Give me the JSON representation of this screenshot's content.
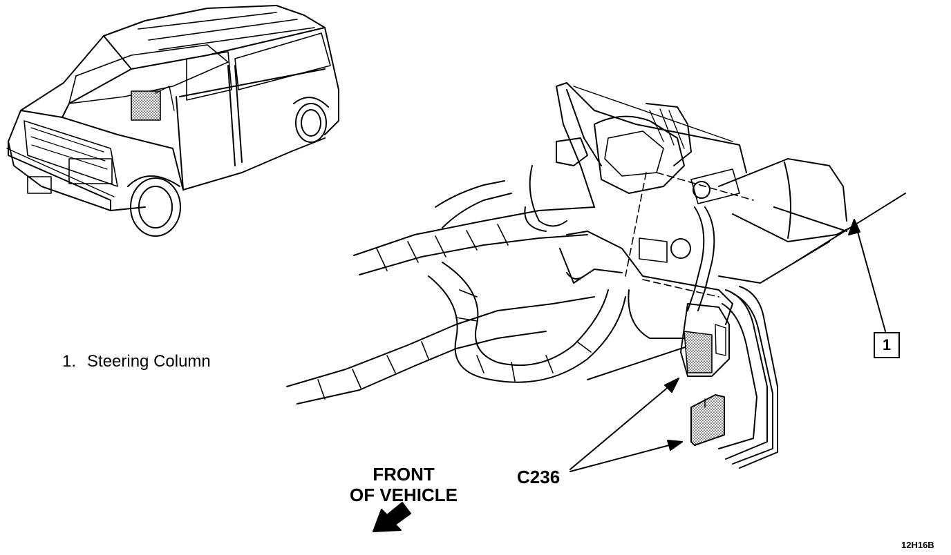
{
  "legend": {
    "items": [
      {
        "number": "1.",
        "label": "Steering Column"
      }
    ]
  },
  "callouts": {
    "item_box": "1",
    "connector": "C236",
    "front_line1": "FRONT",
    "front_line2": "OF VEHICLE"
  },
  "figure_code": "12H16B",
  "icons": {
    "front_arrow": "arrow-down-left-icon",
    "van": "van-illustration"
  }
}
